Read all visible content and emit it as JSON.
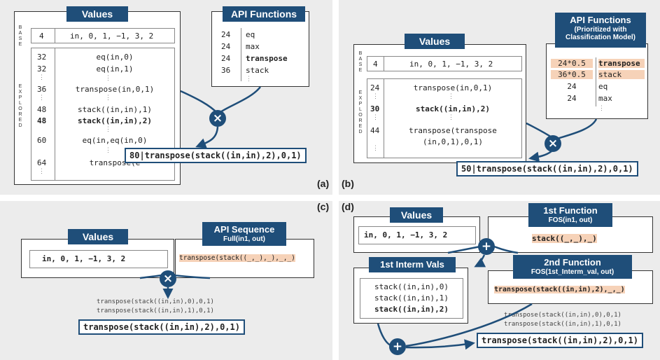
{
  "panel_labels": {
    "a": "(a)",
    "b": "(b)",
    "c": "(c)",
    "d": "(d)"
  },
  "colors": {
    "accent": "#1f4e79",
    "highlight": "#f6d2b8",
    "panel_bg": "#ececec"
  },
  "icons": {
    "cross": "×",
    "plus": "+",
    "ellipsis": "⋮"
  },
  "panel_a": {
    "values_title": "Values",
    "api_title": "API Functions",
    "base_label": "BASE",
    "explored_label": "EXPLORED",
    "base_row": {
      "cost": "4",
      "values": "in, 0, 1, −1, 3, 2"
    },
    "explored_rows": [
      {
        "cost": "32",
        "expr": "eq(in,0)",
        "bold": false
      },
      {
        "cost": "32",
        "expr": "eq(in,1)",
        "bold": false
      },
      {
        "cost": "36",
        "expr": "transpose(in,0,1)",
        "bold": false
      },
      {
        "cost": "48",
        "expr": "stack((in,in),1)",
        "bold": false
      },
      {
        "cost": "48",
        "expr": "stack((in,in),2)",
        "bold": true
      },
      {
        "cost": "60",
        "expr": "eq(in,eq(in,0)",
        "bold": false
      },
      {
        "cost": "64",
        "expr": "transpose(e",
        "bold": false
      }
    ],
    "api_rows": [
      {
        "cost": "24",
        "name": "eq",
        "bold": false
      },
      {
        "cost": "24",
        "name": "max",
        "bold": false
      },
      {
        "cost": "24",
        "name": "transpose",
        "bold": true
      },
      {
        "cost": "36",
        "name": "stack",
        "bold": false
      }
    ],
    "result_cost": "80",
    "result_expr": "transpose(stack((in,in),2),0,1)"
  },
  "panel_b": {
    "values_title": "Values",
    "api_title": "API Functions",
    "api_subtitle_1": "(Prioritized with",
    "api_subtitle_2": "Classification Model)",
    "base_label": "BASE",
    "explored_label": "EXPLORED",
    "base_row": {
      "cost": "4",
      "values": "in, 0, 1, −1, 3, 2"
    },
    "explored_rows": [
      {
        "cost": "24",
        "expr": "transpose(in,0,1)",
        "bold": false
      },
      {
        "cost": "30",
        "expr": "stack((in,in),2)",
        "bold": true
      },
      {
        "cost": "44",
        "expr": "transpose(transpose",
        "expr2": "(in,0,1),0,1)",
        "bold": false
      }
    ],
    "api_rows": [
      {
        "cost": "24*0.5",
        "name": "transpose",
        "bold": true,
        "hl": true
      },
      {
        "cost": "36*0.5",
        "name": "stack",
        "bold": false,
        "hl": true
      },
      {
        "cost": "24",
        "name": "eq",
        "bold": false,
        "hl": false
      },
      {
        "cost": "24",
        "name": "max",
        "bold": false,
        "hl": false
      }
    ],
    "result_cost": "50",
    "result_expr": "transpose(stack((in,in),2),0,1)"
  },
  "panel_c": {
    "values_title": "Values",
    "values_row": "in, 0, 1, −1, 3, 2",
    "seq_title": "API Sequence",
    "seq_subtitle": "Full(in1, out)",
    "seq_expr": "transpose(stack((_,_),_),_,_)",
    "candidates": [
      "transpose(stack((in,in),0),0,1)",
      "transpose(stack((in,in),1),0,1)"
    ],
    "result_expr": "transpose(stack((in,in),2),0,1)"
  },
  "panel_d": {
    "values_title": "Values",
    "values_row": "in, 0, 1, −1, 3, 2",
    "f1_title": "1st Function",
    "f1_subtitle": "FOS(in1, out)",
    "f1_expr": "stack((_,_),_)",
    "interm_title": "1st Interm Vals",
    "interm_rows": [
      {
        "expr": "stack((in,in),0)",
        "bold": false
      },
      {
        "expr": "stack((in,in),1)",
        "bold": false
      },
      {
        "expr": "stack((in,in),2)",
        "bold": true
      }
    ],
    "f2_title": "2nd Function",
    "f2_subtitle": "FOS(1st_Interm_val, out)",
    "f2_expr": "transpose(stack((in,in),2),_,_)",
    "candidates": [
      "transpose(stack((in,in),0),0,1)",
      "transpose(stack((in,in),1),0,1)"
    ],
    "result_expr": "transpose(stack((in,in),2),0,1)"
  }
}
